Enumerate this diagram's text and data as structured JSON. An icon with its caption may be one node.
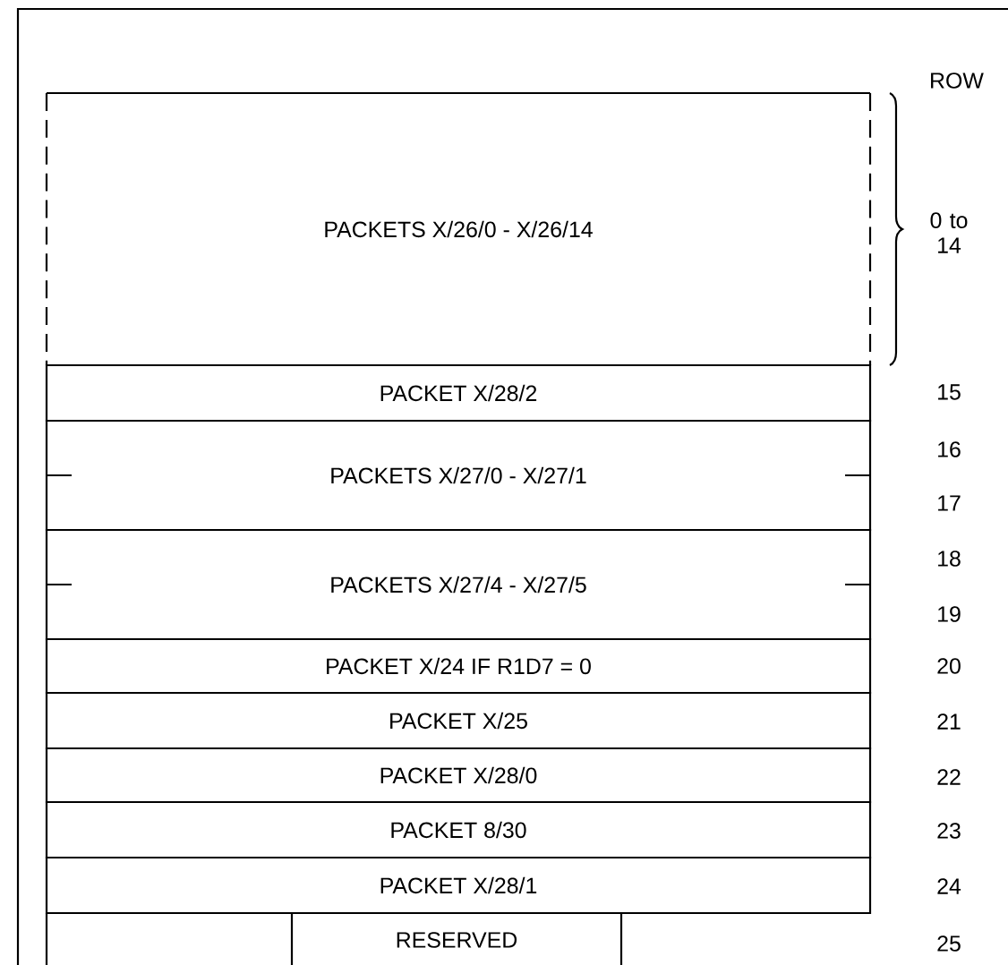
{
  "diagram": {
    "nodes": [
      {
        "text": [
          "PACKETS  X/26/0 - X/26/14"
        ]
      },
      {
        "text": [
          "PACKET   X/28/2"
        ]
      },
      {
        "text": [
          "PACKETS  X/27/0 - X/27/1"
        ]
      },
      {
        "text": [
          "PACKETS  X/27/4 - X/27/5"
        ]
      },
      {
        "text": [
          "PACKET   X/24  IF  R1D7 = 0"
        ]
      },
      {
        "text": [
          "PACKET   X/25"
        ]
      },
      {
        "text": [
          "PACKET   X/28/0"
        ]
      },
      {
        "text": [
          "PACKET   8/30"
        ]
      },
      {
        "text": [
          "PACKET   X/28/1"
        ]
      },
      {
        "text": [
          "RESERVED"
        ]
      }
    ],
    "labels": [
      "ROW",
      "0 to 14",
      "15",
      "16",
      "17",
      "18",
      "19",
      "20",
      "21",
      "22",
      "23",
      "24",
      "25"
    ]
  }
}
